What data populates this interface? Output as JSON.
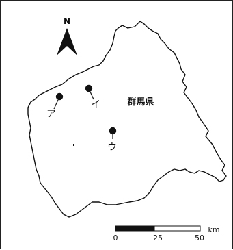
{
  "map": {
    "north_label": "N",
    "prefecture_label": "群馬県",
    "points": [
      {
        "id": "a",
        "label": "ア"
      },
      {
        "id": "i",
        "label": "イ"
      },
      {
        "id": "u",
        "label": "ウ"
      }
    ],
    "scale_bar": {
      "ticks": [
        "0",
        "25",
        "50"
      ],
      "unit": "km"
    }
  },
  "colors": {
    "ink": "#111111",
    "background": "#ffffff"
  }
}
